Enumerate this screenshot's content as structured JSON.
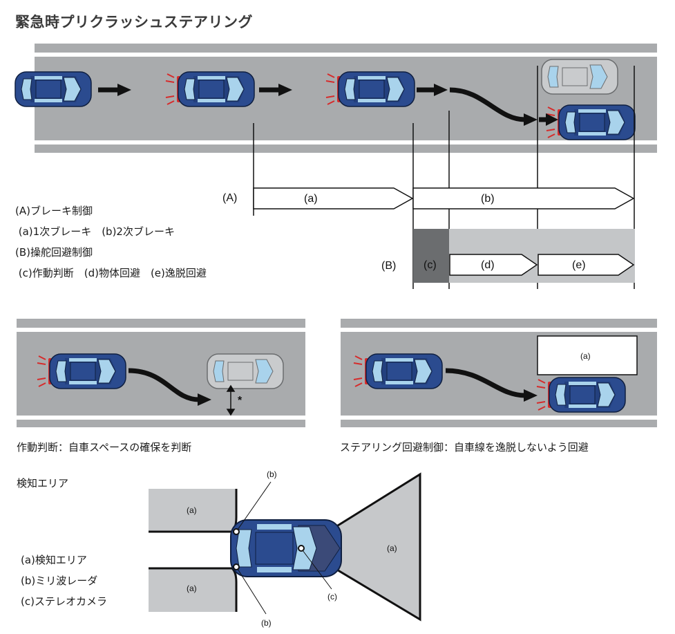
{
  "title": "緊急時プリクラッシュステアリング",
  "legend_top": {
    "line1": "(A)ブレーキ制御",
    "line2": " (a)1次ブレーキ　(b)2次ブレーキ",
    "line3": "(B)操舵回避制御",
    "line4": " (c)作動判断　(d)物体回避　(e)逸脱回避"
  },
  "timeline": {
    "row_A_label": "(A)",
    "row_B_label": "(B)",
    "a": "(a)",
    "b": "(b)",
    "c": "(c)",
    "d": "(d)",
    "e": "(e)"
  },
  "panel_left": {
    "caption": "作動判断：自車スペースの確保を判断",
    "asterisk": "*"
  },
  "panel_right": {
    "caption": "ステアリング回避制御：自車線を逸脱しないよう回避",
    "box_label": "(a)"
  },
  "detection": {
    "heading": "検知エリア",
    "legend1": "(a)検知エリア",
    "legend2": "(b)ミリ波レーダ",
    "legend3": "(c)ステレオカメラ",
    "area_label_tl": "(a)",
    "area_label_bl": "(a)",
    "area_label_front": "(a)",
    "radar_label_top": "(b)",
    "radar_label_bottom": "(b)",
    "camera_label": "(c)"
  },
  "colors": {
    "road": "#a9abad",
    "lane_white": "#ffffff",
    "ego_car": "#2b4b8f",
    "other_car": "#c9cbcd",
    "brake_red": "#d62b2b",
    "dark_cell": "#6b6d6f",
    "light_band": "#c4c6c8"
  }
}
